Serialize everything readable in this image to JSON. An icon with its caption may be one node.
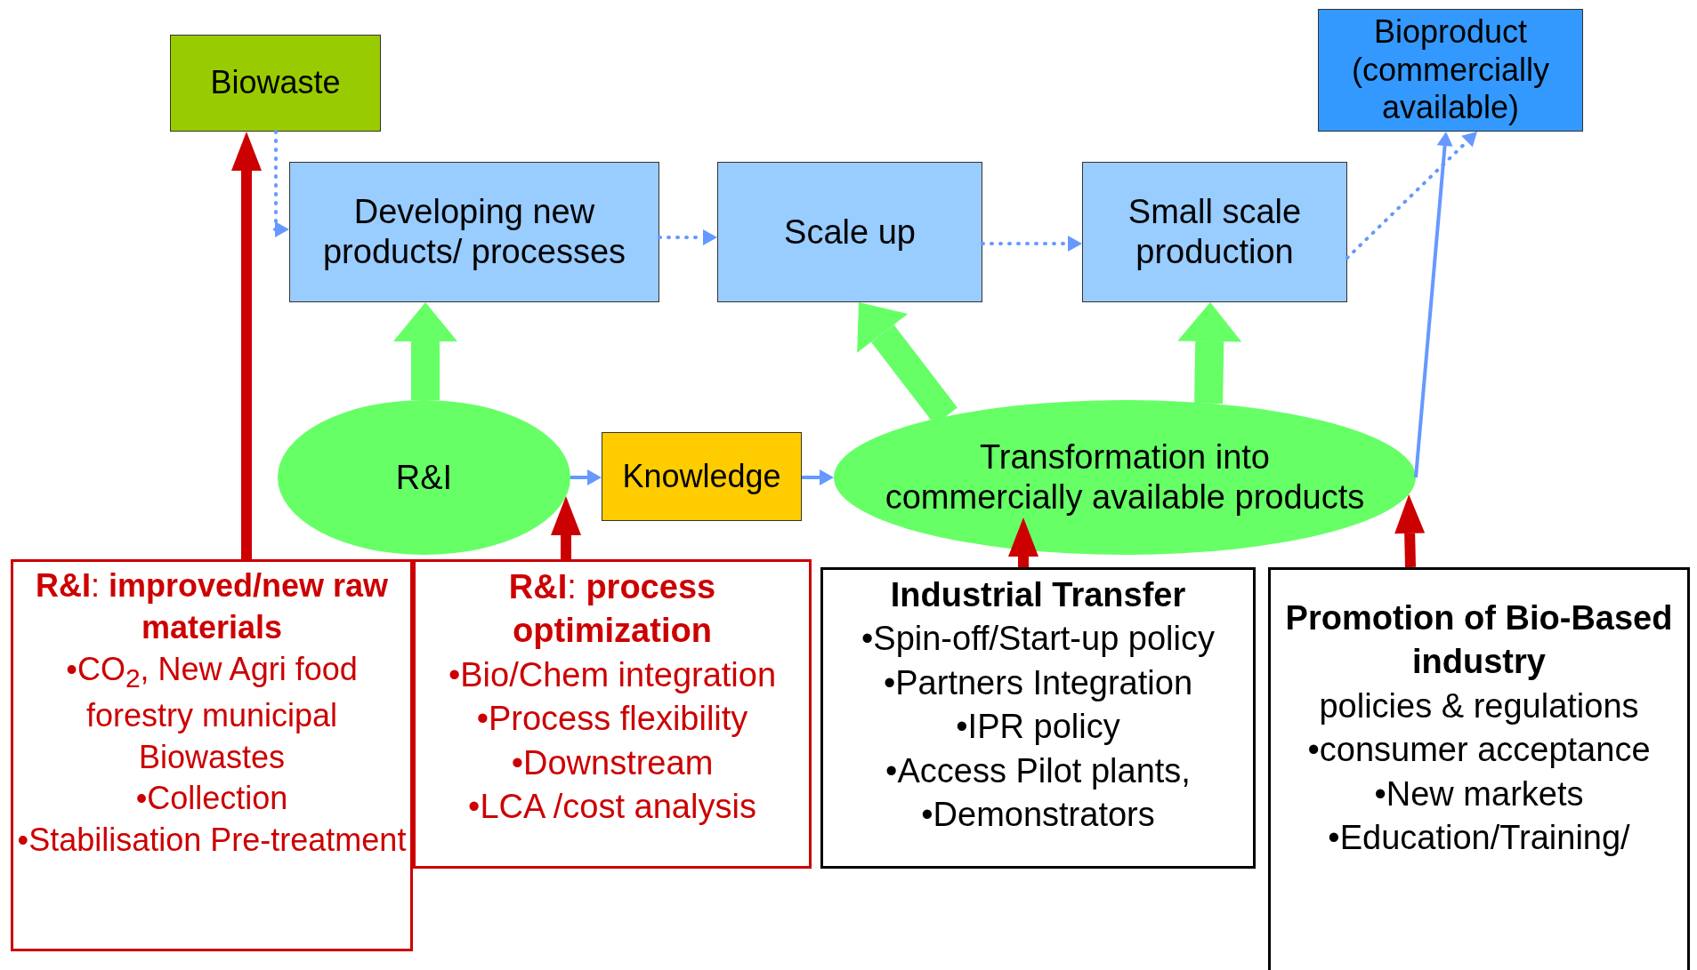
{
  "diagram": {
    "nodes": [
      {
        "text": [
          "Biowaste"
        ]
      },
      {
        "text": [
          "Bioproduct (commercially available)"
        ]
      },
      {
        "text": [
          "Developing new products/ processes"
        ]
      },
      {
        "text": [
          "Scale up"
        ]
      },
      {
        "text": [
          "Small scale production"
        ]
      },
      {
        "text": [
          "R&I"
        ]
      },
      {
        "text": [
          "Knowledge"
        ]
      },
      {
        "text": [
          "Transformation into commercially available products"
        ]
      },
      {
        "text": [
          "**R&I**: **improved/new raw materials**",
          "•CO$_{2}$, New Agri food forestry municipal Biowastes",
          "•Collection",
          "•Stabilisation Pre-treatment"
        ]
      },
      {
        "text": [
          "**R&I**: **process optimization**",
          "•Bio/Chem integration",
          "•Process flexibility",
          "•Downstream",
          "•LCA /cost analysis"
        ]
      },
      {
        "text": [
          "Industrial Transfer",
          "•Spin-off/Start-up policy",
          "•Partners Integration",
          "•IPR policy",
          "•Access Pilot plants,",
          "•Demonstrators"
        ]
      },
      {
        "text": [
          "Promotion of Bio-Based industry",
          "policies & regulations",
          "•consumer acceptance",
          "•New markets",
          "•Education/Training/"
        ]
      }
    ],
    "edges": [
      {
        "from": 0,
        "to": 2,
        "arrow": "to",
        "style": "dashed"
      },
      {
        "from": 2,
        "to": 3,
        "arrow": "to",
        "style": "dashed"
      },
      {
        "from": 3,
        "to": 4,
        "arrow": "to",
        "style": "dashed"
      },
      {
        "from": 4,
        "to": 1,
        "arrow": "to",
        "style": "dashed"
      },
      {
        "from": 7,
        "to": 1,
        "arrow": "to"
      },
      {
        "from": 5,
        "to": 6,
        "arrow": "to"
      },
      {
        "from": 6,
        "to": 7,
        "arrow": "to"
      },
      {
        "from": 5,
        "to": 2,
        "arrow": "to",
        "style": "thick",
        "color": "#66ff66"
      },
      {
        "from": 7,
        "to": 3,
        "arrow": "to",
        "style": "thick",
        "color": "#66ff66"
      },
      {
        "from": 7,
        "to": 4,
        "arrow": "to",
        "style": "thick",
        "color": "#66ff66"
      },
      {
        "from": 8,
        "to": 0,
        "arrow": "to",
        "style": "thick",
        "color": "#cc0000"
      },
      {
        "from": 9,
        "to": 5,
        "arrow": "to",
        "style": "thick",
        "color": "#cc0000"
      },
      {
        "from": 10,
        "to": 7,
        "arrow": "to",
        "style": "thick",
        "color": "#cc0000"
      },
      {
        "from": 11,
        "to": 7,
        "arrow": "to",
        "style": "thick",
        "color": "#cc0000"
      }
    ]
  }
}
